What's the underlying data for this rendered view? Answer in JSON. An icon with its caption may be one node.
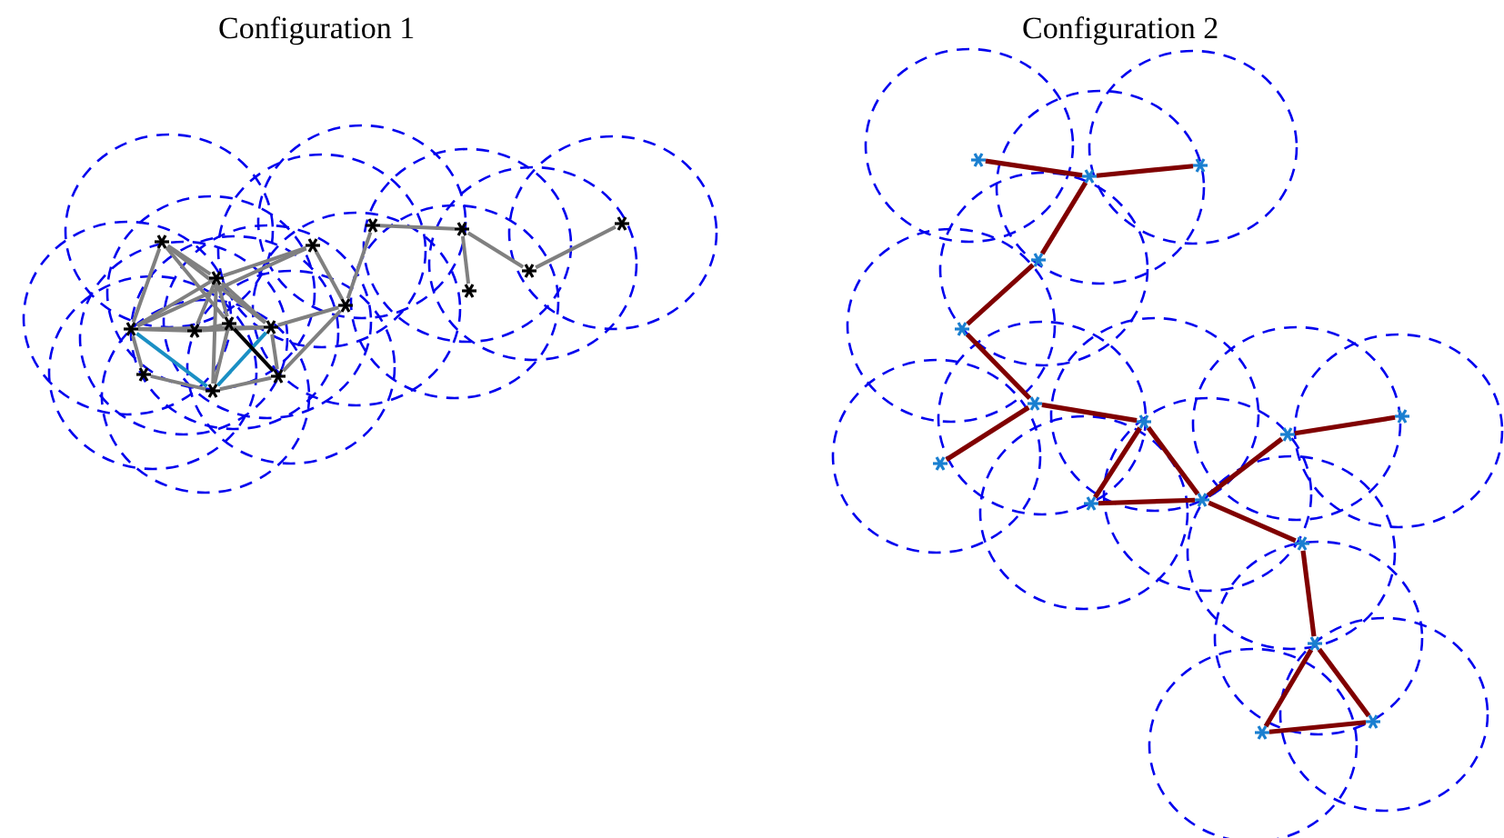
{
  "diagram": {
    "nodes": [
      {
        "text": [],
        "shape": "asterisk"
      },
      {
        "text": [],
        "shape": "asterisk"
      },
      {
        "text": [],
        "shape": "asterisk"
      },
      {
        "text": [],
        "shape": "asterisk"
      },
      {
        "text": [],
        "shape": "asterisk"
      },
      {
        "text": [],
        "shape": "asterisk"
      },
      {
        "text": [],
        "shape": "asterisk"
      },
      {
        "text": [],
        "shape": "asterisk"
      },
      {
        "text": [],
        "shape": "asterisk"
      },
      {
        "text": [],
        "shape": "asterisk"
      },
      {
        "text": [],
        "shape": "asterisk"
      },
      {
        "text": [],
        "shape": "asterisk"
      },
      {
        "text": [],
        "shape": "asterisk"
      },
      {
        "text": [],
        "shape": "asterisk"
      },
      {
        "text": [],
        "shape": "asterisk"
      },
      {
        "text": [],
        "shape": "asterisk"
      },
      {
        "text": [],
        "shape": "asterisk"
      },
      {
        "text": [],
        "shape": "asterisk"
      },
      {
        "text": [],
        "shape": "asterisk"
      },
      {
        "text": [],
        "shape": "asterisk"
      },
      {
        "text": [],
        "shape": "asterisk"
      },
      {
        "text": [],
        "shape": "asterisk"
      },
      {
        "text": [],
        "shape": "asterisk"
      },
      {
        "text": [],
        "shape": "asterisk"
      },
      {
        "text": [],
        "shape": "asterisk"
      },
      {
        "text": [],
        "shape": "asterisk"
      },
      {
        "text": [],
        "shape": "asterisk"
      },
      {
        "text": [],
        "shape": "asterisk"
      },
      {
        "text": [],
        "shape": "asterisk"
      },
      {
        "text": [],
        "shape": "asterisk"
      },
      {
        "text": [],
        "shape": "asterisk"
      },
      {
        "text": [],
        "shape": "asterisk"
      }
    ],
    "edges": [
      {
        "from": 0,
        "to": 1,
        "arrow": "none"
      },
      {
        "from": 0,
        "to": 12,
        "arrow": "none"
      },
      {
        "from": 0,
        "to": 10,
        "arrow": "none"
      },
      {
        "from": 0,
        "to": 9,
        "arrow": "none"
      },
      {
        "from": 1,
        "to": 2,
        "arrow": "none"
      },
      {
        "from": 1,
        "to": 12,
        "arrow": "none"
      },
      {
        "from": 1,
        "to": 11,
        "arrow": "none"
      },
      {
        "from": 1,
        "to": 10,
        "arrow": "none"
      },
      {
        "from": 1,
        "to": 14,
        "arrow": "none"
      },
      {
        "from": 1,
        "to": 9,
        "arrow": "none"
      },
      {
        "from": 2,
        "to": 8,
        "arrow": "none"
      },
      {
        "from": 2,
        "to": 12,
        "arrow": "none"
      },
      {
        "from": 3,
        "to": 8,
        "arrow": "none"
      },
      {
        "from": 3,
        "to": 4,
        "arrow": "none"
      },
      {
        "from": 4,
        "to": 6,
        "arrow": "none"
      },
      {
        "from": 4,
        "to": 7,
        "arrow": "none"
      },
      {
        "from": 6,
        "to": 5,
        "arrow": "none"
      },
      {
        "from": 8,
        "to": 9,
        "arrow": "none"
      },
      {
        "from": 8,
        "to": 15,
        "arrow": "none"
      },
      {
        "from": 9,
        "to": 15,
        "arrow": "none"
      },
      {
        "from": 9,
        "to": 12,
        "arrow": "none"
      },
      {
        "from": 9,
        "to": 11,
        "arrow": "none"
      },
      {
        "from": 10,
        "to": 11,
        "arrow": "none"
      },
      {
        "from": 11,
        "to": 12,
        "arrow": "none"
      },
      {
        "from": 12,
        "to": 13,
        "arrow": "none"
      },
      {
        "from": 13,
        "to": 14,
        "arrow": "none"
      },
      {
        "from": 14,
        "to": 15,
        "arrow": "none"
      },
      {
        "from": 14,
        "to": 10,
        "arrow": "none"
      },
      {
        "from": 12,
        "to": 14,
        "arrow": "none",
        "color": "#1a8fc4"
      },
      {
        "from": 14,
        "to": 9,
        "arrow": "none",
        "color": "#1a8fc4"
      },
      {
        "from": 10,
        "to": 15,
        "arrow": "none",
        "color": "#000000"
      },
      {
        "from": 16,
        "to": 17,
        "arrow": "none",
        "color": "#800000"
      },
      {
        "from": 17,
        "to": 18,
        "arrow": "none",
        "color": "#800000"
      },
      {
        "from": 17,
        "to": 19,
        "arrow": "none",
        "color": "#800000"
      },
      {
        "from": 19,
        "to": 20,
        "arrow": "none",
        "color": "#800000"
      },
      {
        "from": 20,
        "to": 21,
        "arrow": "none",
        "color": "#800000"
      },
      {
        "from": 21,
        "to": 22,
        "arrow": "none",
        "color": "#800000"
      },
      {
        "from": 21,
        "to": 23,
        "arrow": "none",
        "color": "#800000"
      },
      {
        "from": 23,
        "to": 24,
        "arrow": "none",
        "color": "#800000"
      },
      {
        "from": 24,
        "to": 25,
        "arrow": "none",
        "color": "#800000"
      },
      {
        "from": 23,
        "to": 25,
        "arrow": "none",
        "color": "#800000"
      },
      {
        "from": 25,
        "to": 26,
        "arrow": "none",
        "color": "#800000"
      },
      {
        "from": 26,
        "to": 27,
        "arrow": "none",
        "color": "#800000"
      },
      {
        "from": 25,
        "to": 28,
        "arrow": "none",
        "color": "#800000"
      },
      {
        "from": 28,
        "to": 29,
        "arrow": "none",
        "color": "#800000"
      },
      {
        "from": 29,
        "to": 30,
        "arrow": "none",
        "color": "#800000"
      },
      {
        "from": 29,
        "to": 31,
        "arrow": "none",
        "color": "#800000"
      },
      {
        "from": 30,
        "to": 31,
        "arrow": "none",
        "color": "#800000"
      }
    ],
    "labels": [
      "Configuration 1",
      "Configuration 2"
    ]
  }
}
